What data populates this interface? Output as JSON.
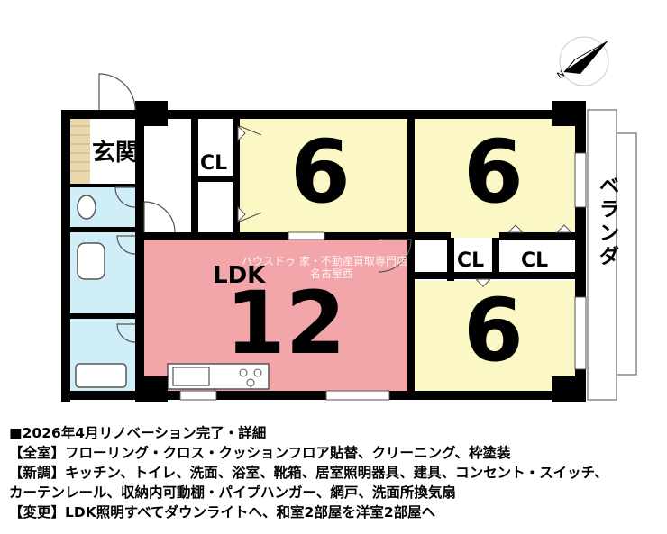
{
  "watermark": {
    "line1": "ハウスドゥ 家・不動産買取専門店",
    "line2": "名古屋西"
  },
  "rooms": {
    "entrance": "玄関",
    "cl1": "CL",
    "room1_size": "6",
    "room2_size": "6",
    "ldk_label": "LDK",
    "ldk_size": "12",
    "cl2": "CL",
    "cl3": "CL",
    "room3_size": "6",
    "veranda": "ベランダ"
  },
  "compass": {
    "north_label": "N"
  },
  "colors": {
    "yellow_room": "#fbf8c5",
    "ldk_pink": "#f2a6aa",
    "wet_blue": "#cfeef7",
    "floor_tan": "#e9d7ae",
    "wall": "#000000"
  },
  "notes": [
    "■2026年4月リノベーション完了・詳細",
    "【全室】フローリング・クロス・クッションフロア貼替、クリーニング、枠塗装",
    "【新調】キッチン、トイレ、洗面、浴室、靴箱、居室照明器具、建具、コンセント・スイッチ、",
    "カーテンレール、収納内可動棚・パイプハンガー、網戸、洗面所換気扇",
    "【変更】LDK照明すべてダウンライトへ、和室2部屋を洋室2部屋へ"
  ]
}
